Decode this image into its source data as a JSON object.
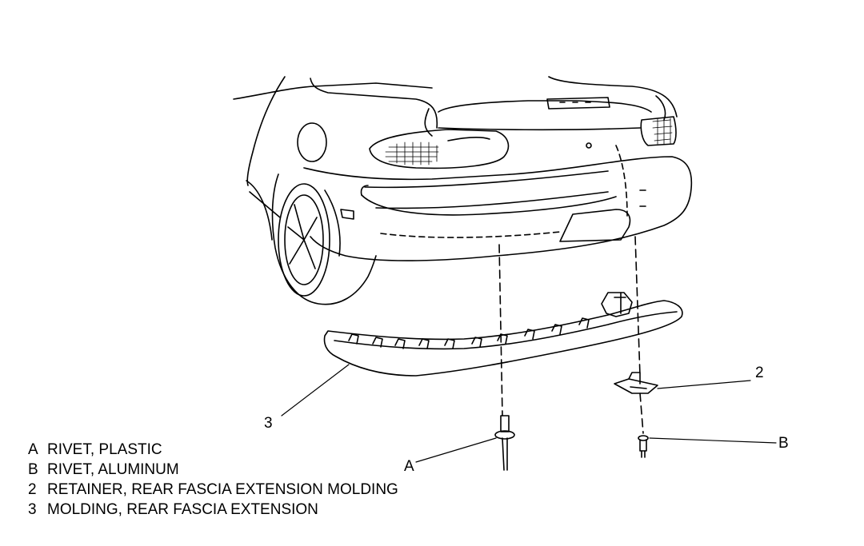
{
  "callouts": {
    "a": "A",
    "b": "B",
    "two": "2",
    "three": "3"
  },
  "legend": [
    {
      "key": "A",
      "text": "RIVET, PLASTIC"
    },
    {
      "key": "B",
      "text": "RIVET, ALUMINUM"
    },
    {
      "key": "2",
      "text": "RETAINER, REAR FASCIA EXTENSION MOLDING"
    },
    {
      "key": "3",
      "text": "MOLDING, REAR FASCIA EXTENSION"
    }
  ],
  "colors": {
    "line": "#000000",
    "background": "#ffffff"
  }
}
